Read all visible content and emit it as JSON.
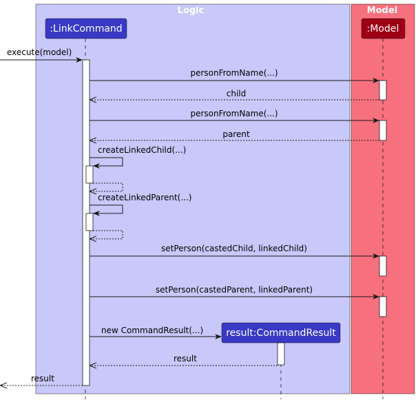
{
  "boxes": {
    "logic": {
      "title": "Logic",
      "fill": "#c8c8fa"
    },
    "model": {
      "title": "Model",
      "fill": "#f7707e"
    }
  },
  "participants": {
    "link_command": {
      "label": ":LinkCommand",
      "fill": "#3939c6"
    },
    "model": {
      "label": ":Model",
      "fill": "#9e0013"
    },
    "command_result": {
      "label": "result:CommandResult",
      "fill": "#3939c6"
    }
  },
  "messages": {
    "m1": "execute(model)",
    "m2": "personFromName(...)",
    "m3": "child",
    "m4": "personFromName(...)",
    "m5": "parent",
    "m6": "createLinkedChild(...)",
    "m7": "createLinkedParent(...)",
    "m8": "setPerson(castedChild, linkedChild)",
    "m9": "setPerson(castedParent, linkedParent)",
    "m10": "new CommandResult(...)",
    "m11": "result",
    "m12": "result"
  }
}
